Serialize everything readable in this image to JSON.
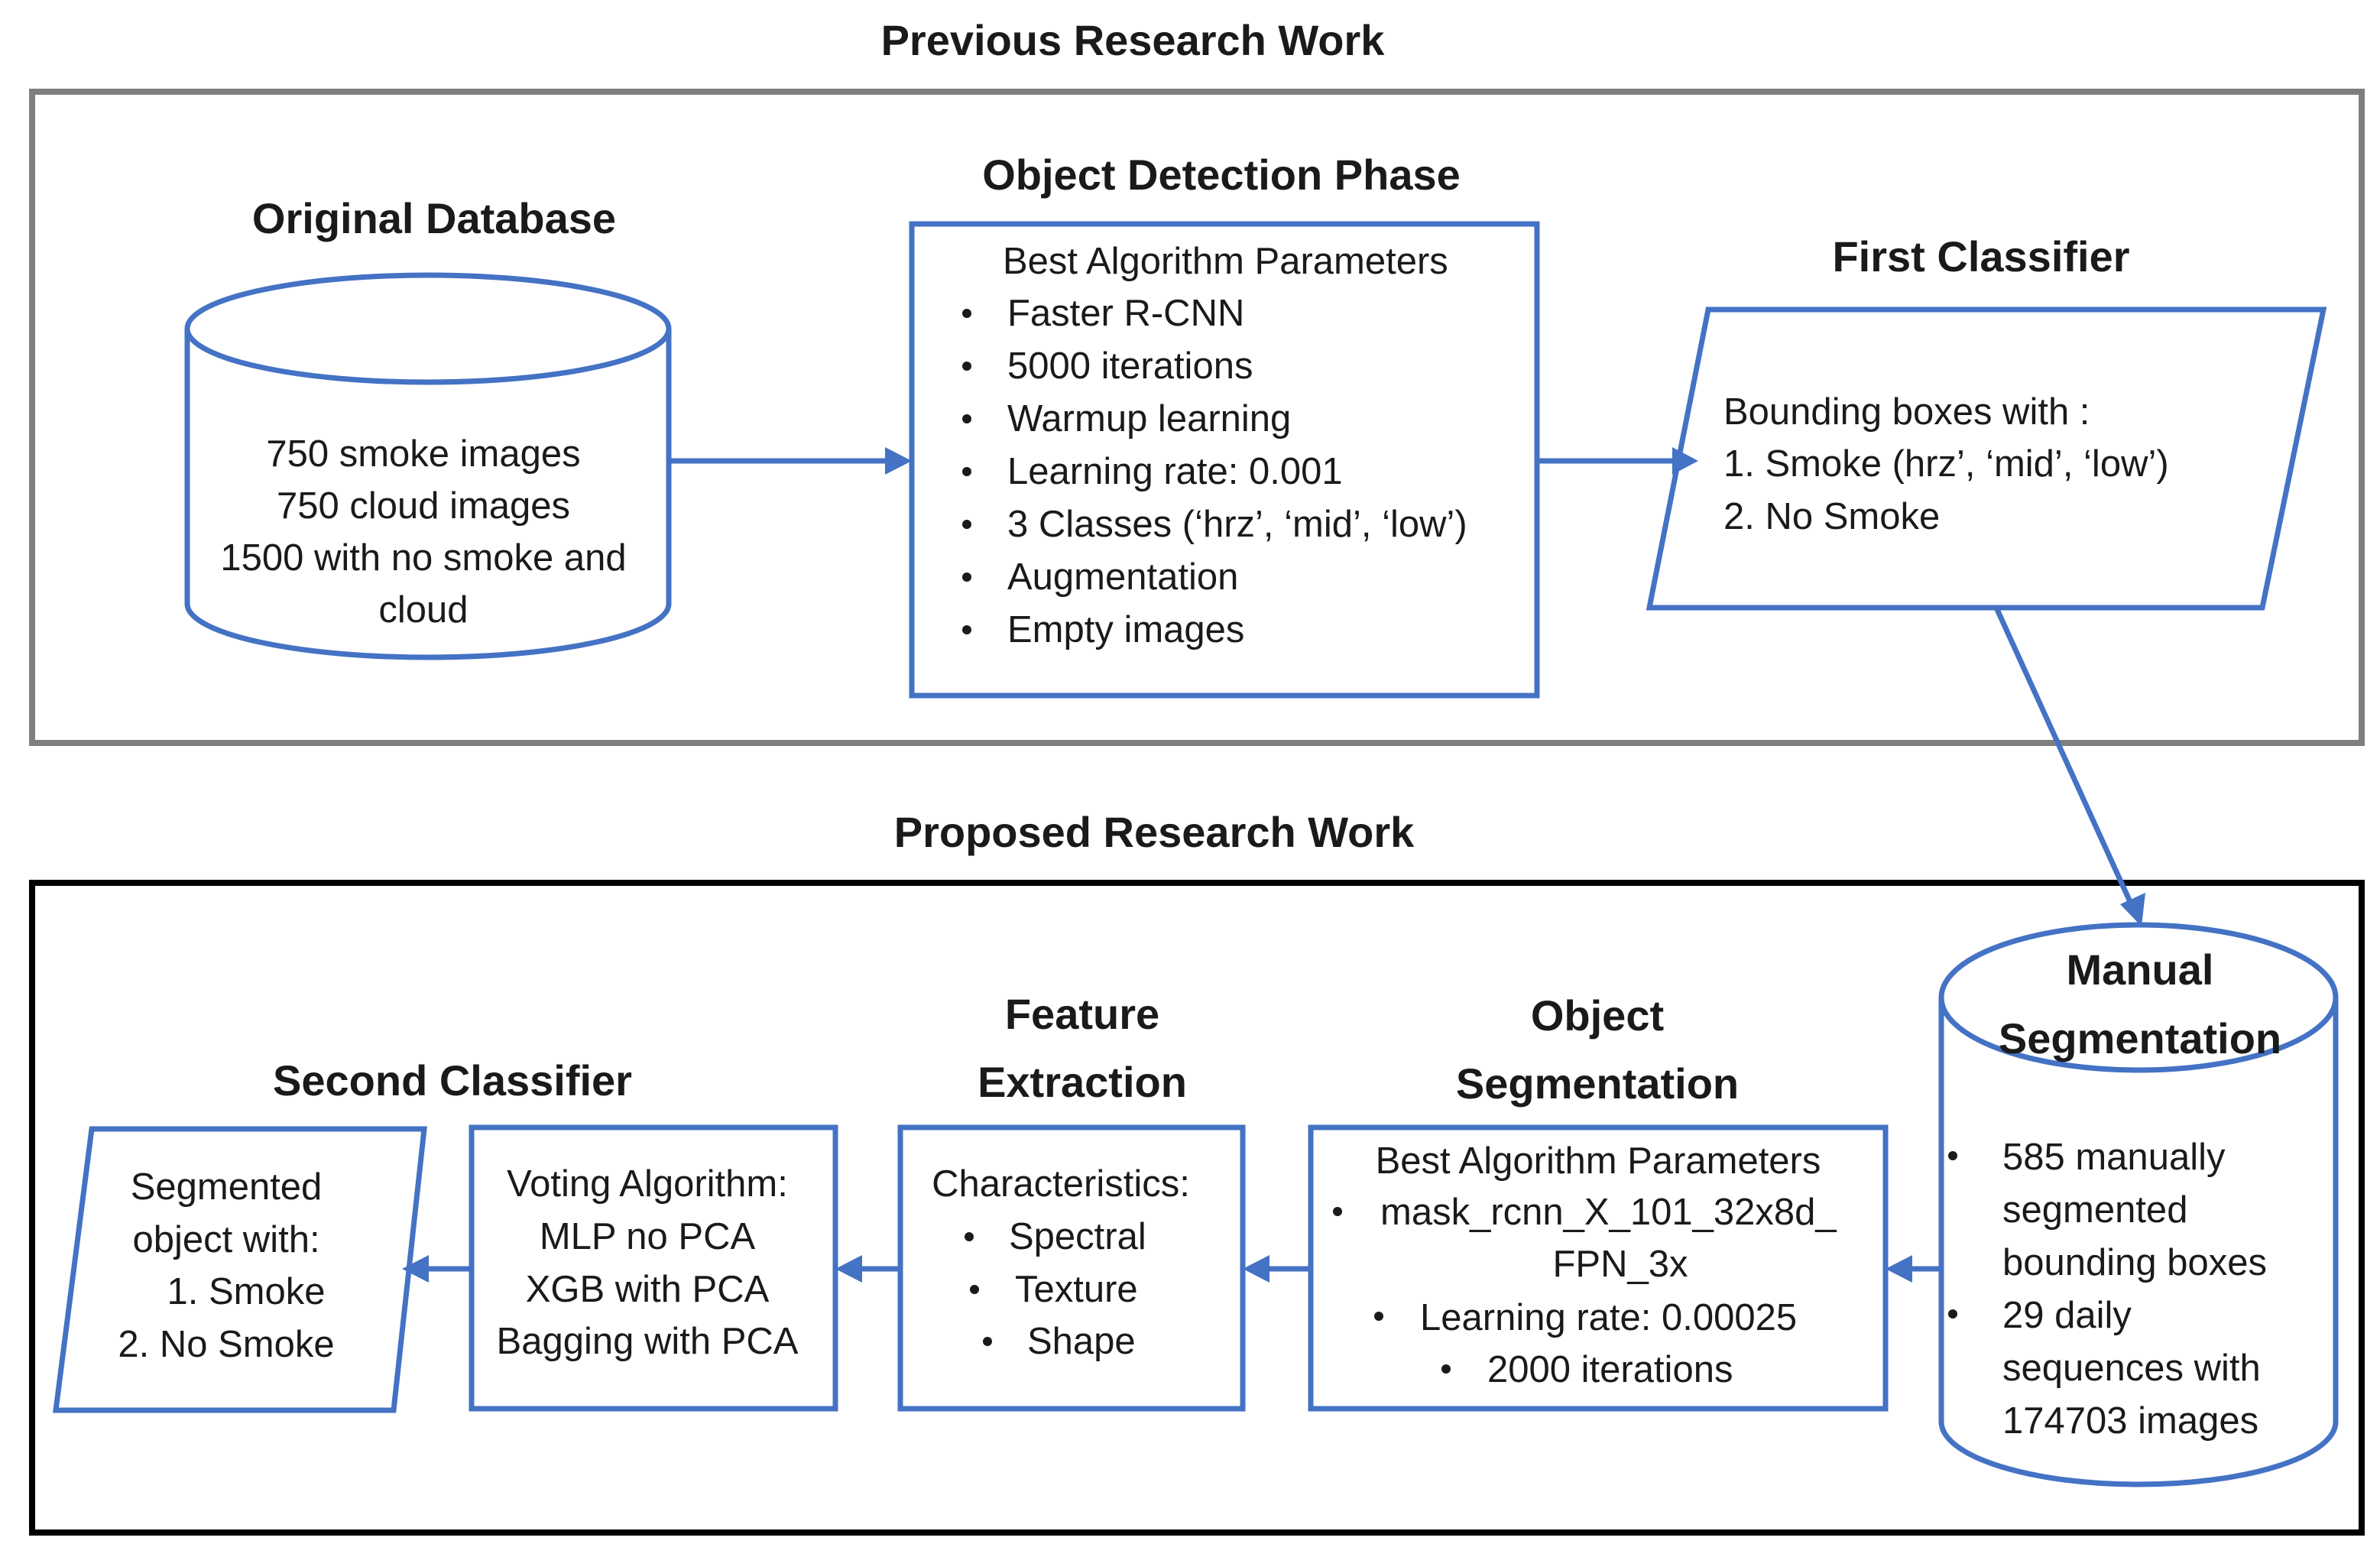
{
  "sections": {
    "previous_title": "Previous Research Work",
    "proposed_title": "Proposed Research Work"
  },
  "original_database": {
    "title": "Original Database",
    "lines": [
      "750 smoke images",
      "750 cloud images",
      "1500 with no smoke and",
      "cloud"
    ]
  },
  "object_detection": {
    "title": "Object Detection Phase",
    "header": "Best Algorithm Parameters",
    "items": [
      "Faster R-CNN",
      "5000 iterations",
      "Warmup learning",
      "Learning rate: 0.001",
      "3 Classes (‘hrz’, ‘mid’, ‘low’)",
      "Augmentation",
      "Empty images"
    ]
  },
  "first_classifier": {
    "title": "First Classifier",
    "header": "Bounding boxes with :",
    "items": [
      "1.  Smoke (hrz’, ‘mid’, ‘low’)",
      "2.  No Smoke"
    ]
  },
  "manual_segmentation": {
    "title_lines": [
      "Manual",
      "Segmentation"
    ],
    "items": [
      [
        "585 manually",
        "segmented",
        "bounding boxes"
      ],
      [
        "29 daily",
        "sequences with",
        "174703 images"
      ]
    ]
  },
  "object_segmentation": {
    "title_lines": [
      "Object",
      "Segmentation"
    ],
    "header": "Best Algorithm Parameters",
    "items": [
      [
        "mask_rcnn_X_101_32x8d_",
        "FPN_3x"
      ],
      [
        "Learning rate: 0.00025"
      ],
      [
        "2000 iterations"
      ]
    ]
  },
  "feature_extraction": {
    "title_lines": [
      "Feature",
      "Extraction"
    ],
    "header": "Characteristics:",
    "items": [
      "Spectral",
      "Texture",
      "Shape"
    ]
  },
  "voting": {
    "lines": [
      "Voting Algorithm:",
      "MLP no PCA",
      "XGB with PCA",
      "Bagging with PCA"
    ]
  },
  "second_classifier": {
    "title": "Second Classifier",
    "lines": [
      "Segmented",
      "object with:",
      "1.   Smoke",
      "2.  No Smoke"
    ]
  },
  "colors": {
    "accent": "#4472c4",
    "previous_frame": "#7f7f7f",
    "proposed_frame": "#000000",
    "text": "#1a1a1a"
  }
}
